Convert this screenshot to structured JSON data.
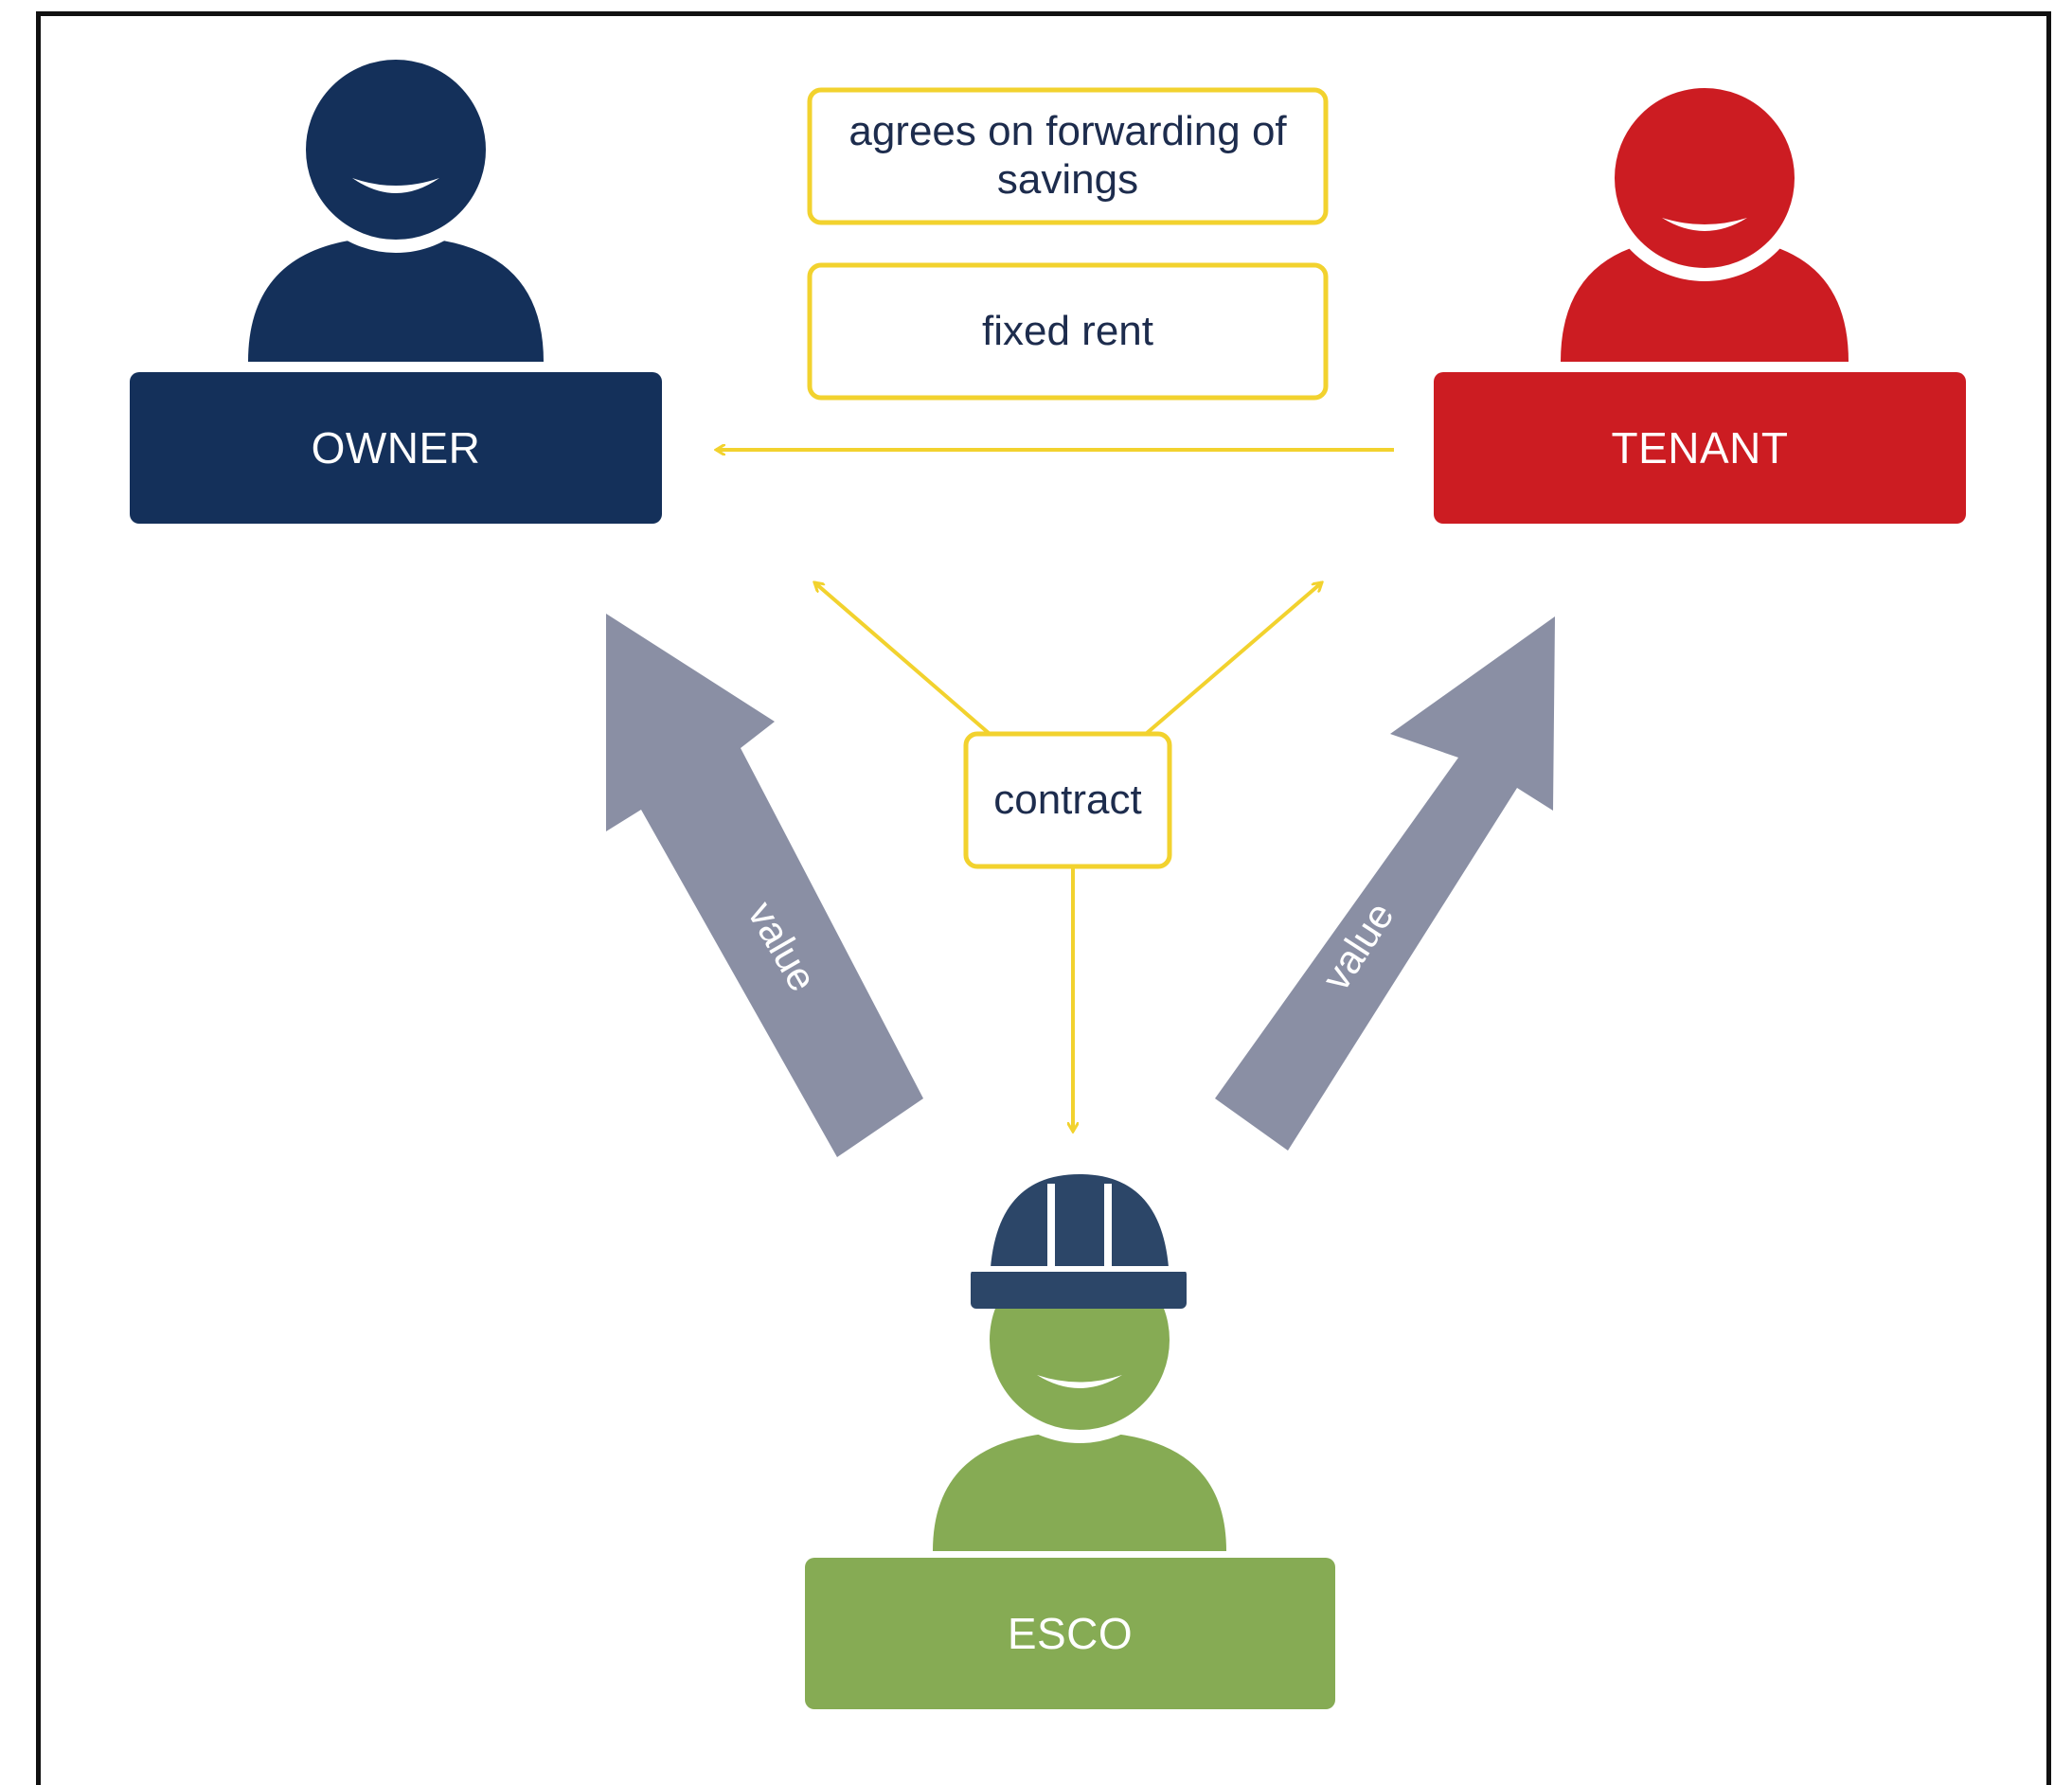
{
  "roles": {
    "owner": "OWNER",
    "tenant": "TENANT",
    "esco": "ESCO"
  },
  "relations": {
    "savings": "agrees on forwarding of savings",
    "rent": "fixed rent",
    "contract": "contract"
  },
  "flows": {
    "left": "value",
    "right": "value"
  },
  "colors": {
    "owner": "#14305a",
    "tenant": "#cc1c22",
    "esco": "#86ab54",
    "helmet": "#2c4668",
    "relation": "#f2d22e",
    "value_arrow": "#8a8fa4"
  }
}
